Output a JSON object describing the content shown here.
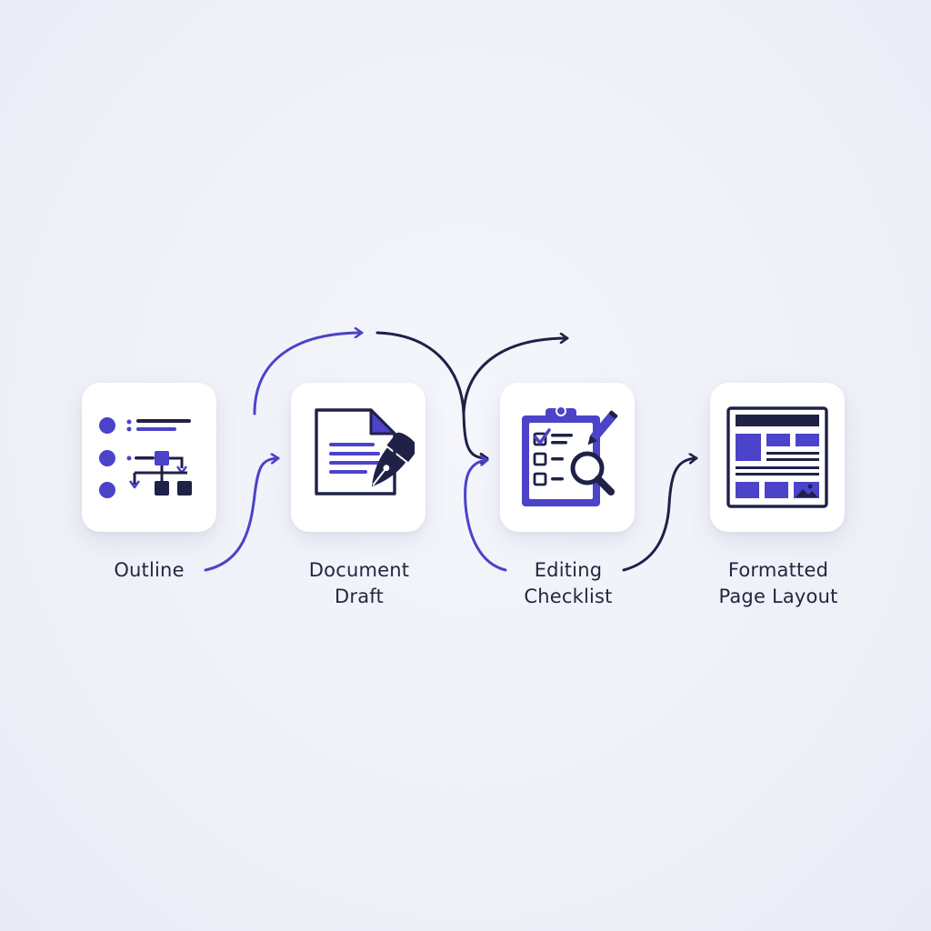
{
  "colors": {
    "background": "#eff0f8",
    "card": "#ffffff",
    "accent": "#4b43c9",
    "dark": "#1f2147",
    "text": "#24263f"
  },
  "steps": [
    {
      "line1": "Outline",
      "line2": "",
      "icon": "outline-hierarchy-icon"
    },
    {
      "line1": "Document",
      "line2": "Draft",
      "icon": "document-pen-icon"
    },
    {
      "line1": "Editing",
      "line2": "Checklist",
      "icon": "clipboard-checklist-icon"
    },
    {
      "line1": "Formatted",
      "line2": "Page Layout",
      "icon": "page-layout-icon"
    }
  ]
}
